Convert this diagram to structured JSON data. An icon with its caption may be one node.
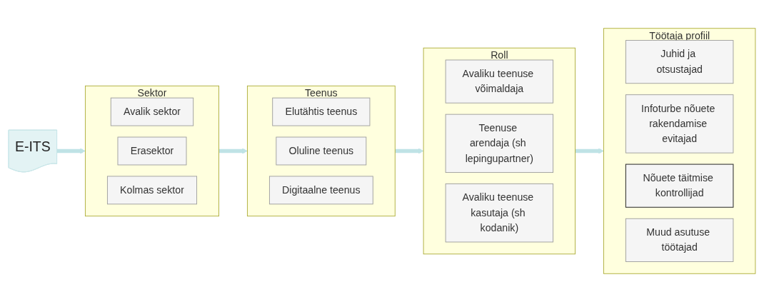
{
  "diagram": {
    "nodes": [
      {
        "text": [
          "E-ITS"
        ]
      },
      {
        "text": [
          "Sektor"
        ]
      },
      {
        "text": [
          "Avalik sektor"
        ],
        "in": 1
      },
      {
        "text": [
          "Erasektor"
        ],
        "in": 1
      },
      {
        "text": [
          "Kolmas sektor"
        ],
        "in": 1
      },
      {
        "text": [
          "Teenus"
        ]
      },
      {
        "text": [
          "Elutähtis teenus"
        ],
        "in": 5
      },
      {
        "text": [
          "Oluline teenus"
        ],
        "in": 5
      },
      {
        "text": [
          "Digitaalne teenus"
        ],
        "in": 5
      },
      {
        "text": [
          "Roll"
        ]
      },
      {
        "text": [
          "Avaliku teenuse võimaldaja"
        ],
        "in": 9
      },
      {
        "text": [
          "Teenuse arendaja (sh lepingupartner)"
        ],
        "in": 9
      },
      {
        "text": [
          "Avaliku teenuse kasutaja (sh kodanik)"
        ],
        "in": 9
      },
      {
        "text": [
          "Töötaja profiil"
        ]
      },
      {
        "text": [
          "Juhid ja otsustajad"
        ],
        "in": 13
      },
      {
        "text": [
          "Infoturbe nõuete rakendamise evitajad"
        ],
        "in": 13
      },
      {
        "text": [
          "Nõuete täitmise kontrollijad"
        ],
        "in": 13
      },
      {
        "text": [
          "Muud asutuse töötajad"
        ],
        "in": 13
      }
    ],
    "edges": [
      {
        "from": 0,
        "to": 1,
        "arrow": "to"
      },
      {
        "from": 1,
        "to": 5,
        "arrow": "to"
      },
      {
        "from": 5,
        "to": 9,
        "arrow": "to"
      },
      {
        "from": 9,
        "to": 13,
        "arrow": "to"
      }
    ]
  }
}
